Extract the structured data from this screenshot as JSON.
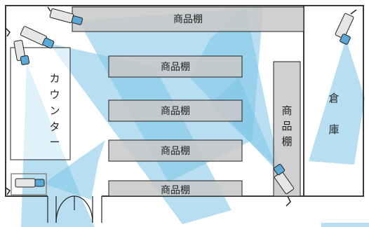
{
  "shelves": {
    "top": "商品棚",
    "row1": "商品棚",
    "row2": "商品棚",
    "row3": "商品棚",
    "row4": "商品棚"
  },
  "side_shelf": [
    "商",
    "品",
    "棚"
  ],
  "counter": [
    "カ",
    "ウ",
    "ン",
    "タ",
    "ー"
  ],
  "storage": [
    "倉",
    "庫"
  ],
  "cameras": [
    {
      "name": "camera-top-left"
    },
    {
      "name": "camera-left-upper"
    },
    {
      "name": "camera-left-bracket"
    },
    {
      "name": "camera-top-right"
    },
    {
      "name": "camera-bottom-left"
    },
    {
      "name": "camera-bottom-right"
    }
  ],
  "colors": {
    "coverage": "#7dc4e6",
    "shelf": "#c8c8c8",
    "wall": "#222222"
  }
}
